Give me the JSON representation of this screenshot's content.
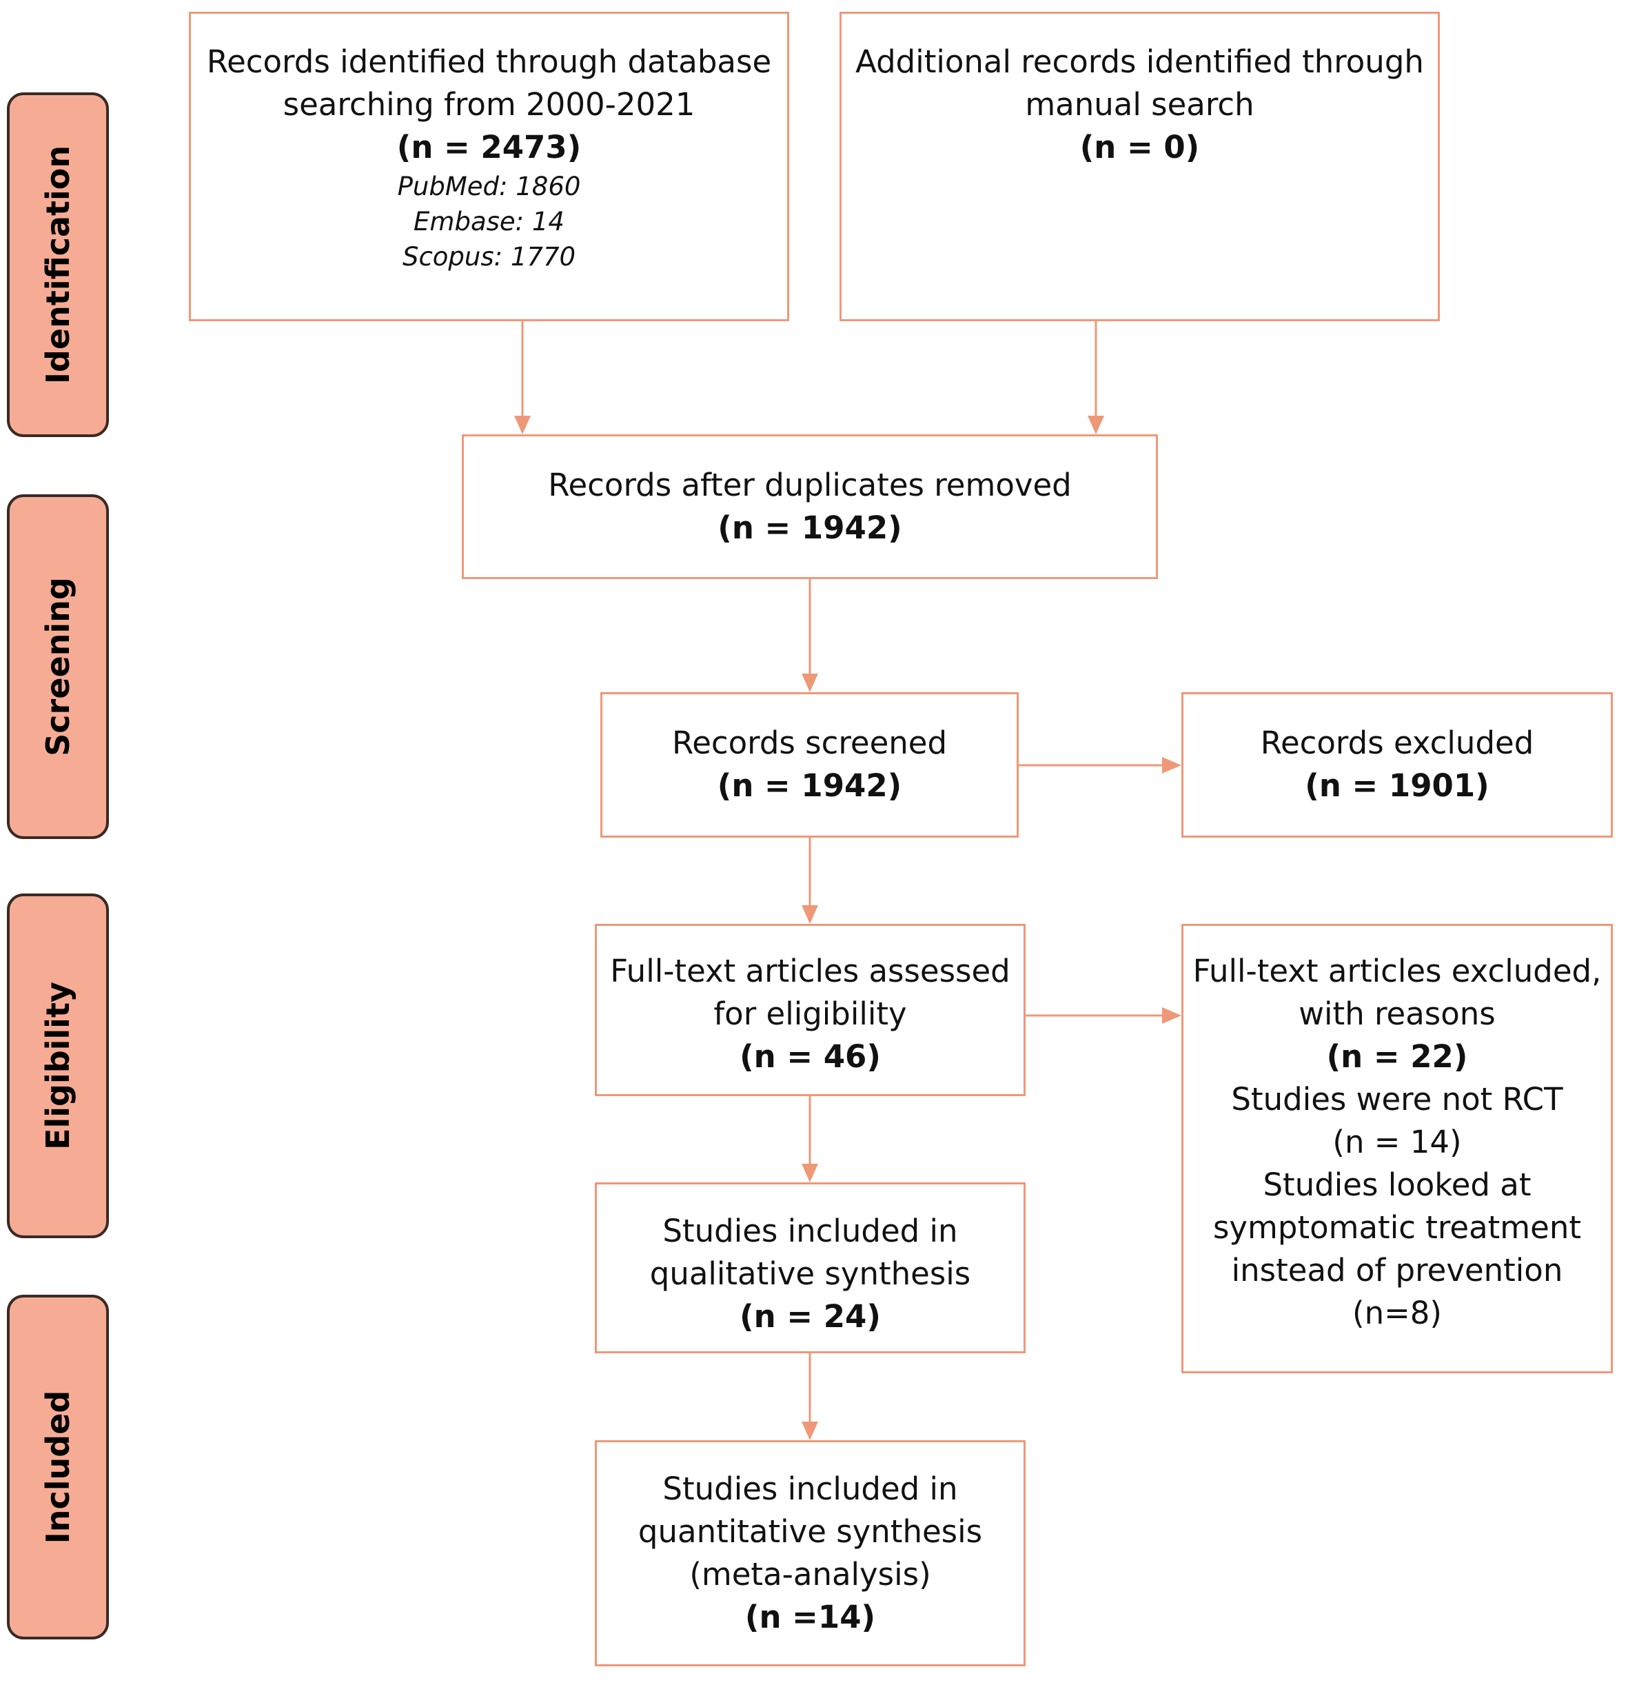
{
  "stages": {
    "identification": "Identification",
    "screening": "Screening",
    "eligibility": "Eligibility",
    "included": "Included"
  },
  "boxes": {
    "database": {
      "line1": "Records identified through database",
      "line2": "searching from 2000-2021",
      "count": "(n = 2473)",
      "source1": "PubMed: 1860",
      "source2": "Embase: 14",
      "source3": "Scopus: 1770"
    },
    "manual": {
      "line1": "Additional records identified through",
      "line2": "manual search",
      "count": "(n = 0)"
    },
    "deduplicated": {
      "line1": "Records after duplicates removed",
      "count": "(n = 1942)"
    },
    "screened": {
      "line1": "Records screened",
      "count": "(n = 1942)"
    },
    "excluded": {
      "line1": "Records excluded",
      "count": "(n = 1901)"
    },
    "fulltext": {
      "line1": "Full-text articles assessed",
      "line2": "for eligibility",
      "count": "(n = 46)"
    },
    "fulltext_excluded": {
      "line1": "Full-text articles excluded,",
      "line2": "with reasons",
      "count": "(n = 22)",
      "reason1": "Studies were not RCT",
      "reason1_count": "(n = 14)",
      "reason2_line1": "Studies looked at",
      "reason2_line2": "symptomatic treatment",
      "reason2_line3": "instead of prevention",
      "reason2_count": "(n=8)"
    },
    "qualitative": {
      "line1": "Studies included in",
      "line2": "qualitative synthesis",
      "count": "(n = 24)"
    },
    "quantitative": {
      "line1": "Studies included in",
      "line2": "quantitative synthesis",
      "line3": "(meta-analysis)",
      "count": "(n =14)"
    }
  },
  "colors": {
    "box_border": "#ee9878",
    "arrow": "#ee9878",
    "stage_fill": "#f6ac94",
    "stage_border": "#3a2a24"
  }
}
